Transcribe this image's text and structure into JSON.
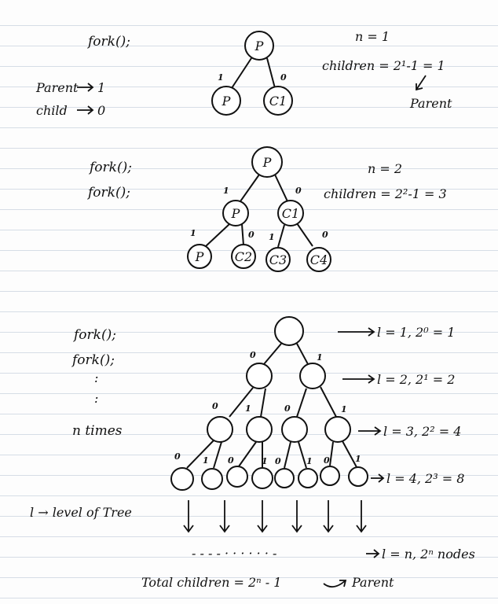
{
  "section1": {
    "code": "fork();",
    "rule_parent": "Parent",
    "rule_parent_val": "1",
    "rule_child": "child",
    "rule_child_val": "0",
    "nodes": [
      "P",
      "P",
      "C1"
    ],
    "edge_left": "1",
    "edge_right": "0",
    "n_label": "n = 1",
    "children_label": "children = 2¹-1 = 1",
    "note": "Parent"
  },
  "section2": {
    "code_lines": [
      "fork();",
      "fork();"
    ],
    "nodes": [
      "P",
      "P",
      "C1",
      "P",
      "C2",
      "C3",
      "C4"
    ],
    "edge_labels": [
      "1",
      "0",
      "1",
      "0",
      "1",
      "0"
    ],
    "n_label": "n = 2",
    "children_label": "children = 2²-1 = 3"
  },
  "section3": {
    "code_lines": [
      "fork();",
      "fork();",
      ":",
      "n times"
    ],
    "edge_labels_l2": [
      "0",
      "1"
    ],
    "edge_labels_l3": [
      "0",
      "1",
      "0",
      "1"
    ],
    "edge_labels_l4": [
      "0",
      "1",
      "0",
      "1",
      "0",
      "1",
      "0",
      "1"
    ],
    "levels": [
      "l = 1, 2⁰ = 1",
      "l = 2, 2¹ = 2",
      "l = 3, 2² = 4",
      "l = 4, 2³ = 8"
    ],
    "level_n": "l = n, 2ⁿ nodes",
    "legend": "l → level of Tree",
    "dots": "- - -   - · · · · · · -",
    "total": "Total children = 2ⁿ - 1",
    "total_note": "Parent"
  }
}
